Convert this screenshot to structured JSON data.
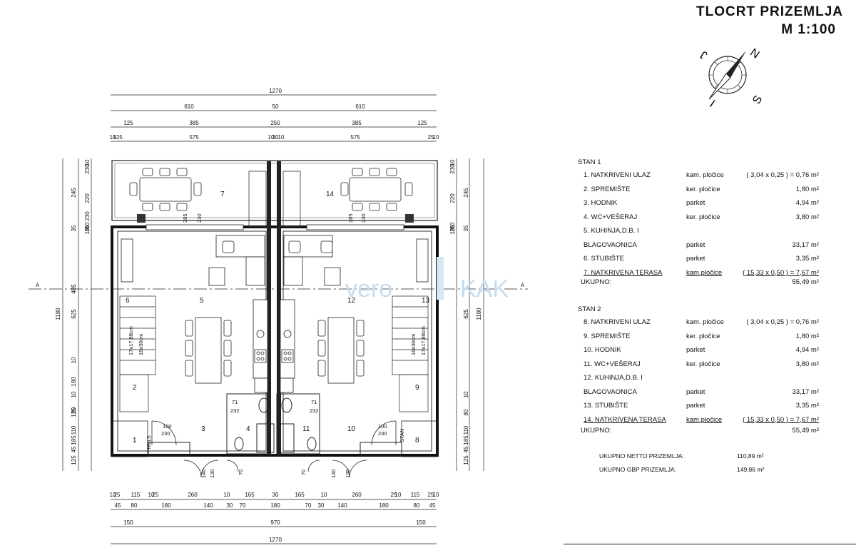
{
  "title": {
    "line1": "TLOCRT  PRIZEMLJA",
    "line2": "M 1:100"
  },
  "compass": {
    "north": "N",
    "south": "S",
    "east": "I",
    "west": "J"
  },
  "dims": {
    "top": {
      "total": "1270",
      "row2": [
        "610",
        "50",
        "610"
      ],
      "row3": [
        "125",
        "385",
        "250",
        "385",
        "125"
      ],
      "row4": [
        "10",
        "125",
        "575",
        "10",
        "30",
        "10",
        "575",
        "25",
        "10"
      ]
    },
    "bottom": {
      "row1": [
        "10",
        "25",
        "115",
        "10",
        "25",
        "260",
        "10",
        "165",
        "30",
        "165",
        "10",
        "260",
        "25",
        "10",
        "115",
        "25",
        "10"
      ],
      "row2": [
        "45",
        "80",
        "180",
        "140",
        "30",
        "70",
        "180",
        "70",
        "30",
        "140",
        "180",
        "80",
        "45"
      ],
      "row3": [
        "150",
        "970",
        "150"
      ],
      "total": "1270"
    },
    "left": {
      "outer": "1180",
      "mid": [
        "245",
        "35",
        "485",
        "625",
        "10",
        "180",
        "10",
        "80",
        "125",
        "110",
        "185",
        "45",
        "125"
      ],
      "inner": [
        "10",
        "230",
        "220",
        "10",
        "35",
        "10",
        "230"
      ]
    },
    "right": {
      "outer": "1180",
      "mid": [
        "245",
        "35",
        "625",
        "185",
        "110",
        "45",
        "125",
        "80",
        "10"
      ],
      "inner": [
        "10",
        "230",
        "220",
        "10",
        "35",
        "10"
      ]
    }
  },
  "room_numbers": [
    "1",
    "2",
    "3",
    "4",
    "5",
    "6",
    "7",
    "8",
    "9",
    "10",
    "11",
    "12",
    "13",
    "14"
  ],
  "plan_labels": {
    "win_385": "385",
    "win_230": "230",
    "door_100": "100",
    "door_230": "230",
    "stair_a": "17x17,88cm",
    "stair_b": "16x30cm",
    "w71": "71",
    "w232": "232",
    "d140": "140",
    "d130": "130",
    "d70": "70",
    "stan_tag": "STAN",
    "section": "A"
  },
  "watermark": "vero",
  "watermark_b": "KAK",
  "stan1": {
    "header": "STAN 1",
    "rows": [
      {
        "name": "1. NATKRIVENI ULAZ",
        "mat": "kam. pločice",
        "area": "( 3,04 x 0,25 ) = 0,76 m²"
      },
      {
        "name": "2. SPREMIŠTE",
        "mat": "ker. pločice",
        "area": "1,80 m²"
      },
      {
        "name": "3. HODNIK",
        "mat": "parket",
        "area": "4,94 m²"
      },
      {
        "name": "4. WC+VEŠERAJ",
        "mat": "ker. pločice",
        "area": "3,80 m²"
      },
      {
        "name": "5. KUHINJA,D.B. I",
        "mat": "",
        "area": ""
      },
      {
        "name": "    BLAGOVAONICA",
        "mat": "parket",
        "area": "33,17 m²"
      },
      {
        "name": "6. STUBIŠTE",
        "mat": "parket",
        "area": "3,35 m²"
      },
      {
        "name": "7. NATKRIVENA TERASA",
        "mat": "kam.pločice",
        "area": "( 15,33 x 0,50 ) = 7,67 m²"
      }
    ],
    "total_label": "UKUPNO:",
    "total_value": "55,49 m²"
  },
  "stan2": {
    "header": "STAN 2",
    "rows": [
      {
        "name": "8. NATKRIVENI ULAZ",
        "mat": "kam. pločice",
        "area": "( 3,04 x 0,25 ) = 0,76 m²"
      },
      {
        "name": "9. SPREMIŠTE",
        "mat": "ker. pločice",
        "area": "1,80 m²"
      },
      {
        "name": "10. HODNIK",
        "mat": "parket",
        "area": "4,94 m²"
      },
      {
        "name": "11. WC+VEŠERAJ",
        "mat": "ker. pločice",
        "area": "3,80 m²"
      },
      {
        "name": "12. KUHINJA,D.B. I",
        "mat": "",
        "area": ""
      },
      {
        "name": "    BLAGOVAONICA",
        "mat": "parket",
        "area": "33,17 m²"
      },
      {
        "name": "13. STUBIŠTE",
        "mat": "parket",
        "area": "3,35 m²"
      },
      {
        "name": "14. NATKRIVENA TERASA",
        "mat": "kam.pločice",
        "area": "( 15,33 x 0,50 ) = 7,67 m²"
      }
    ],
    "total_label": "UKUPNO:",
    "total_value": "55,49 m²"
  },
  "totals": {
    "netto_label": "UKUPNO NETTO PRIZEMLJA:",
    "netto_value": "110,89 m²",
    "gbp_label": "UKUPNO GBP PRIZEMLJA:",
    "gbp_value": "149,86 m²"
  }
}
